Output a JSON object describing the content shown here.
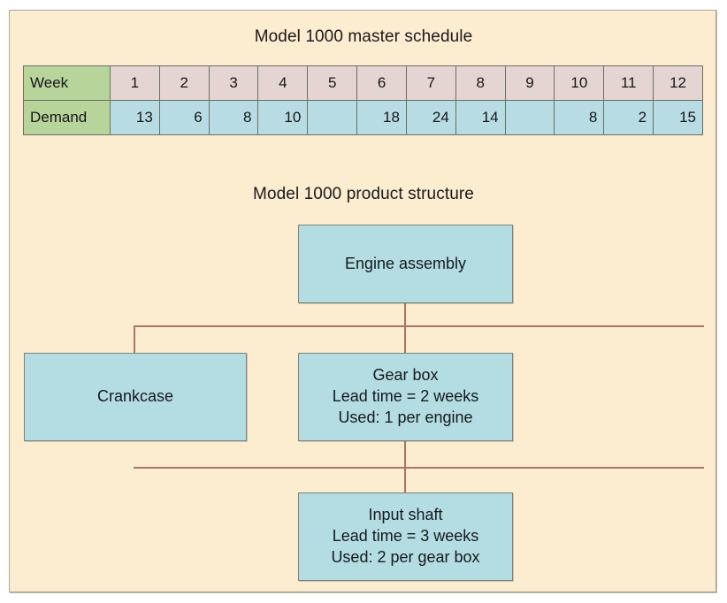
{
  "figure": {
    "schedule_title": "Model 1000 master schedule",
    "structure_title": "Model 1000 product structure"
  },
  "schedule": {
    "row_labels": {
      "week": "Week",
      "demand": "Demand"
    },
    "weeks": [
      "1",
      "2",
      "3",
      "4",
      "5",
      "6",
      "7",
      "8",
      "9",
      "10",
      "11",
      "12"
    ],
    "demand": [
      "13",
      "6",
      "8",
      "10",
      "",
      "18",
      "24",
      "14",
      "",
      "8",
      "2",
      "15"
    ]
  },
  "structure": {
    "engine": {
      "name": "Engine assembly"
    },
    "crankcase": {
      "name": "Crankcase"
    },
    "gearbox": {
      "name": "Gear box",
      "lead_time": "Lead time = 2 weeks",
      "usage": "Used: 1 per engine"
    },
    "input_shaft": {
      "name": "Input shaft",
      "lead_time": "Lead time = 3 weeks",
      "usage": "Used: 2 per gear box"
    }
  },
  "colors": {
    "card_background": "#fcecd0",
    "label_green": "#b7d49b",
    "week_pink": "#e4d5d3",
    "demand_blue": "#b7dce3",
    "node_blue": "#b3dde3",
    "connector_brown": "#a9775d",
    "border_gray": "#6b6f63"
  },
  "chart_data": {
    "type": "table",
    "title": "Model 1000 master schedule",
    "categories": [
      "1",
      "2",
      "3",
      "4",
      "5",
      "6",
      "7",
      "8",
      "9",
      "10",
      "11",
      "12"
    ],
    "xlabel": "Week",
    "ylabel": "Demand",
    "series": [
      {
        "name": "Demand",
        "values": [
          13,
          6,
          8,
          10,
          null,
          18,
          24,
          14,
          null,
          8,
          2,
          15
        ]
      }
    ]
  }
}
